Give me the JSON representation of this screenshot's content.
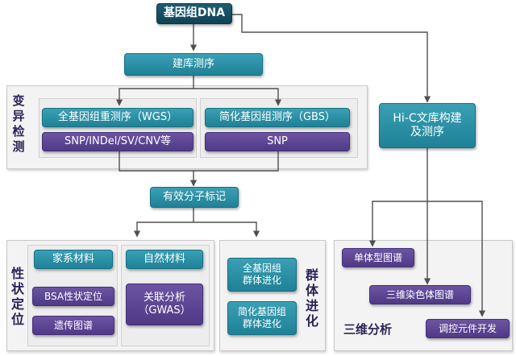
{
  "top": {
    "dna": "基因组DNA"
  },
  "library": "建库测序",
  "variant_detection": {
    "label": "变异检测",
    "wgs": "全基因组重测序（WGS）",
    "gbs": "简化基因组测序（GBS）",
    "wgs_result": "SNP/INDel/SV/CNV等",
    "gbs_result": "SNP"
  },
  "markers": "有效分子标记",
  "trait_mapping": {
    "label": "性状定位",
    "family": "家系材料",
    "natural": "自然材料",
    "bsa": "BSA性状定位",
    "genetic_map": "遗传图谱",
    "gwas_line1": "关联分析",
    "gwas_line2": "（GWAS）"
  },
  "population_evolution": {
    "label": "群体进化",
    "wgs_evo_line1": "全基因组",
    "wgs_evo_line2": "群体进化",
    "gbs_evo_line1": "简化基因组",
    "gbs_evo_line2": "群体进化"
  },
  "hic": {
    "line1": "Hi-C文库构建",
    "line2": "及测序"
  },
  "analysis_3d": {
    "label": "三维分析",
    "haplotype": "单体型图谱",
    "chromosome_3d": "三维染色体图谱",
    "regulatory": "调控元件开发"
  },
  "colors": {
    "dark_box": "#135066",
    "teal_box": "#2a91a6",
    "purple_box": "#5a449a",
    "arrow": "#505050",
    "label_text": "#2b2357"
  }
}
